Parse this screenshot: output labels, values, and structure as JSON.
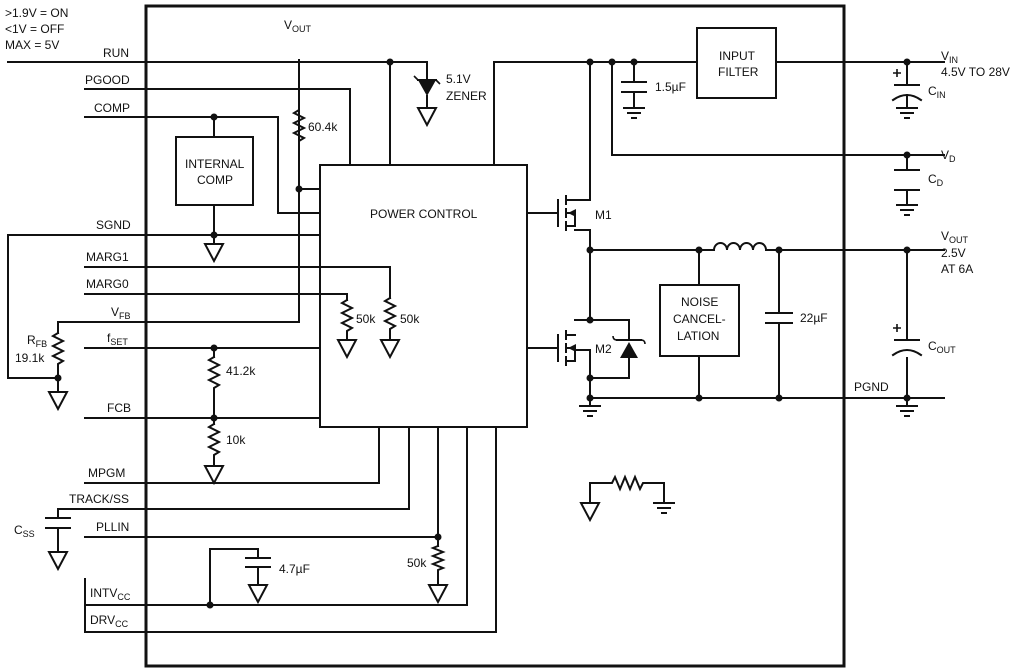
{
  "run_conditions": {
    "on": ">1.9V = ON",
    "off": "<1V = OFF",
    "max": "MAX = 5V"
  },
  "pins": {
    "run": "RUN",
    "pgood": "PGOOD",
    "comp": "COMP",
    "sgnd": "SGND",
    "marg1": "MARG1",
    "marg0": "MARG0",
    "vfb": "V",
    "vfb_sub": "FB",
    "fset": "f",
    "fset_sub": "SET",
    "fcb": "FCB",
    "mpgm": "MPGM",
    "track_ss": "TRACK/SS",
    "pllin": "PLLIN",
    "intvcc": "INTV",
    "intvcc_sub": "CC",
    "drvcc": "DRV",
    "drvcc_sub": "CC",
    "pgnd": "PGND"
  },
  "blocks": {
    "internal_comp": [
      "INTERNAL",
      "COMP"
    ],
    "power_control": "POWER CONTROL",
    "input_filter": [
      "INPUT",
      "FILTER"
    ],
    "noise_cancel": [
      "NOISE",
      "CANCEL-",
      "LATION"
    ]
  },
  "components": {
    "vout_top": "V",
    "vout_top_sub": "OUT",
    "r_vout": "60.4k",
    "zener": [
      "5.1V",
      "ZENER"
    ],
    "cap_in_filter": "1.5µF",
    "r_marg0": "50k",
    "r_marg1": "50k",
    "rfb": "R",
    "rfb_sub": "FB",
    "rfb_val": "19.1k",
    "r_fset": "41.2k",
    "r_fcb": "10k",
    "css": "C",
    "css_sub": "SS",
    "cap_intvcc": "4.7µF",
    "r_pllin": "50k",
    "m1": "M1",
    "m2": "M2",
    "cap_out_filter": "22µF"
  },
  "external": {
    "vin": "V",
    "vin_sub": "IN",
    "vin_range": "4.5V TO 28V",
    "cin": "C",
    "cin_sub": "IN",
    "vd": "V",
    "vd_sub": "D",
    "cd": "C",
    "cd_sub": "D",
    "vout": "V",
    "vout_sub": "OUT",
    "vout_v": "2.5V",
    "vout_i": "AT 6A",
    "cout": "C",
    "cout_sub": "OUT"
  }
}
